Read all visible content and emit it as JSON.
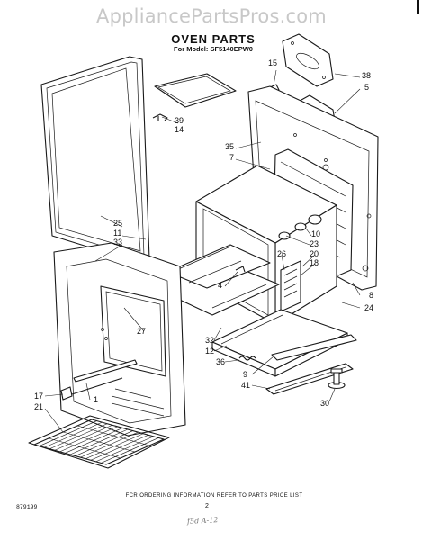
{
  "watermark": "AppliancePartsPros.com",
  "title": "OVEN PARTS",
  "model_line": "For Model: SF5140EPW0",
  "footer_note": "FCR ORDERING INFORMATION REFER TO PARTS PRICE LIST",
  "doc_number": "879199",
  "page_number": "2",
  "handwriting": "f5d A-12",
  "callouts": {
    "c15": "15",
    "c38": "38",
    "c5": "5",
    "c39": "39",
    "c14": "14",
    "c35": "35",
    "c7": "7",
    "c25": "25",
    "c11": "11",
    "c33": "33",
    "c10": "10",
    "c23": "23",
    "c20": "20",
    "c18": "18",
    "c26": "26",
    "c4": "4",
    "c27": "27",
    "c8": "8",
    "c24": "24",
    "c32": "32",
    "c12": "12",
    "c36": "36",
    "c1": "1",
    "c17": "17",
    "c21": "21",
    "c9": "9",
    "c41": "41",
    "c30": "30"
  }
}
